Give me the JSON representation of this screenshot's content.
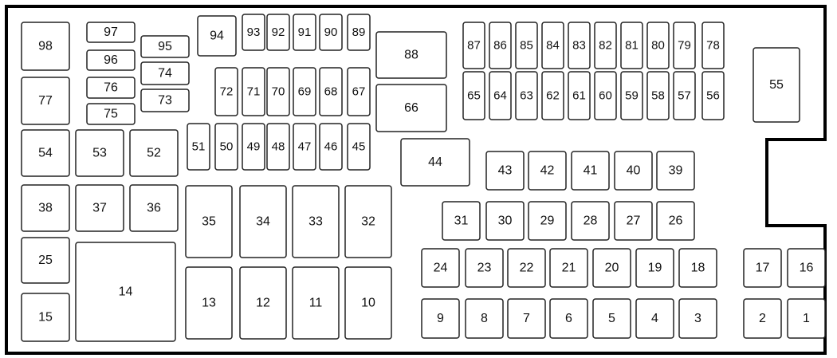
{
  "diagram": {
    "fuses": {
      "f98": "98",
      "f97": "97",
      "f96": "96",
      "f95": "95",
      "f94": "94",
      "f93": "93",
      "f92": "92",
      "f91": "91",
      "f90": "90",
      "f89": "89",
      "f88": "88",
      "f87": "87",
      "f86": "86",
      "f85": "85",
      "f84": "84",
      "f83": "83",
      "f82": "82",
      "f81": "81",
      "f80": "80",
      "f79": "79",
      "f78": "78",
      "f77": "77",
      "f76": "76",
      "f75": "75",
      "f74": "74",
      "f73": "73",
      "f72": "72",
      "f71": "71",
      "f70": "70",
      "f69": "69",
      "f68": "68",
      "f67": "67",
      "f66": "66",
      "f65": "65",
      "f64": "64",
      "f63": "63",
      "f62": "62",
      "f61": "61",
      "f60": "60",
      "f59": "59",
      "f58": "58",
      "f57": "57",
      "f56": "56",
      "f55": "55",
      "f54": "54",
      "f53": "53",
      "f52": "52",
      "f51": "51",
      "f50": "50",
      "f49": "49",
      "f48": "48",
      "f47": "47",
      "f46": "46",
      "f45": "45",
      "f44": "44",
      "f43": "43",
      "f42": "42",
      "f41": "41",
      "f40": "40",
      "f39": "39",
      "f38": "38",
      "f37": "37",
      "f36": "36",
      "f35": "35",
      "f34": "34",
      "f33": "33",
      "f32": "32",
      "f31": "31",
      "f30": "30",
      "f29": "29",
      "f28": "28",
      "f27": "27",
      "f26": "26",
      "f25": "25",
      "f24": "24",
      "f23": "23",
      "f22": "22",
      "f21": "21",
      "f20": "20",
      "f19": "19",
      "f18": "18",
      "f17": "17",
      "f16": "16",
      "f15": "15",
      "f14": "14",
      "f13": "13",
      "f12": "12",
      "f11": "11",
      "f10": "10",
      "f9": "9",
      "f8": "8",
      "f7": "7",
      "f6": "6",
      "f5": "5",
      "f4": "4",
      "f3": "3",
      "f2": "2",
      "f1": "1"
    }
  }
}
